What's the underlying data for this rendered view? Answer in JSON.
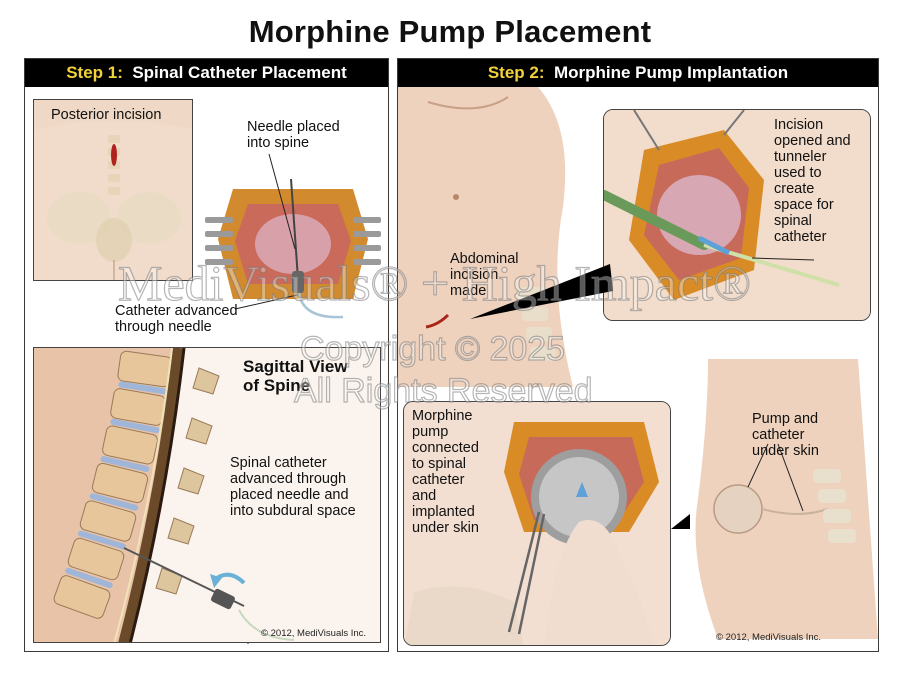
{
  "title": "Morphine Pump Placement",
  "step1": {
    "step_label": "Step 1:",
    "heading": "Spinal Catheter Placement",
    "labels": {
      "posterior_incision": "Posterior incision",
      "needle": [
        "Needle placed",
        "into spine"
      ],
      "catheter": [
        "Catheter advanced",
        "through needle"
      ],
      "sagittal": [
        "Sagittal View",
        "of Spine"
      ],
      "spinal_catheter": [
        "Spinal catheter",
        "advanced through",
        "placed needle and",
        "into subdural space"
      ]
    },
    "copyright": "© 2012, MediVisuals Inc."
  },
  "step2": {
    "step_label": "Step 2:",
    "heading": "Morphine Pump Implantation",
    "labels": {
      "abdominal": [
        "Abdominal",
        "incision",
        "made"
      ],
      "tunneler": [
        "Incision",
        "opened and",
        "tunneler",
        "used to",
        "create",
        "space for",
        "spinal",
        "catheter"
      ],
      "pump_connected": [
        "Morphine",
        "pump",
        "connected",
        "to spinal",
        "catheter",
        "and",
        "implanted",
        "under skin"
      ],
      "pump_under_skin": [
        "Pump and",
        "catheter",
        "under skin"
      ]
    },
    "copyright": "© 2012, MediVisuals Inc."
  },
  "watermark": {
    "line1": "MediVisuals® + High Impact®",
    "line2": "Copyright © 2025",
    "line3": "All Rights Reserved"
  },
  "colors": {
    "step_number": "#f2d23a",
    "step_bar": "#000000",
    "tissue": "#e2a33a",
    "skin": "#f0d6c2"
  }
}
